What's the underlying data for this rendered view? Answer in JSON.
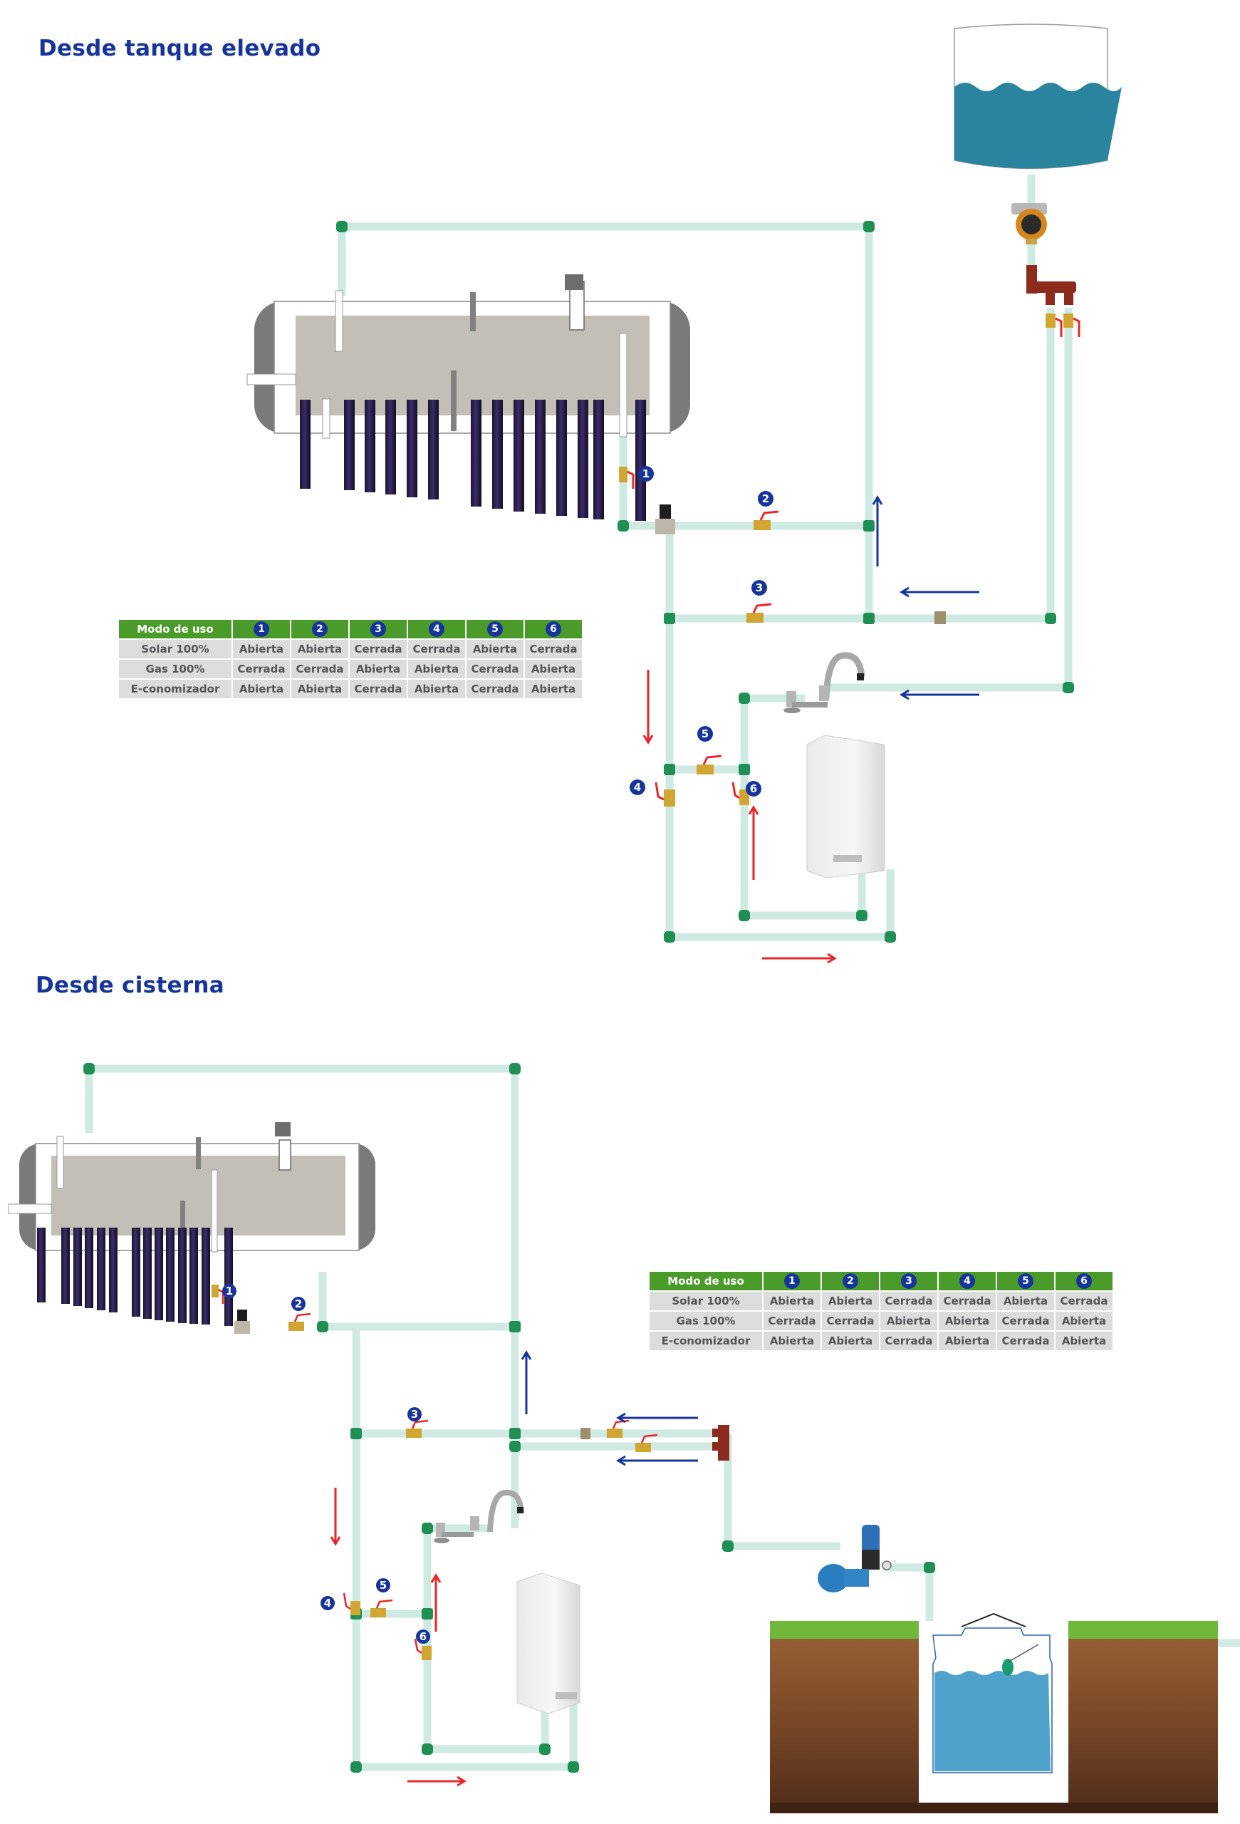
{
  "sections": [
    {
      "title": "Desde tanque elevado",
      "source": "elevated-tank",
      "valve_labels": [
        "1",
        "2",
        "3",
        "4",
        "5",
        "6"
      ],
      "table": {
        "header": [
          "Modo de uso",
          "1",
          "2",
          "3",
          "4",
          "5",
          "6"
        ],
        "rows": [
          {
            "mode": "Solar 100%",
            "values": [
              "Abierta",
              "Abierta",
              "Cerrada",
              "Cerrada",
              "Abierta",
              "Cerrada"
            ]
          },
          {
            "mode": "Gas 100%",
            "values": [
              "Cerrada",
              "Cerrada",
              "Abierta",
              "Abierta",
              "Cerrada",
              "Abierta"
            ]
          },
          {
            "mode": "E-conomizador",
            "values": [
              "Abierta",
              "Abierta",
              "Cerrada",
              "Abierta",
              "Cerrada",
              "Abierta"
            ]
          }
        ]
      }
    },
    {
      "title": "Desde cisterna",
      "source": "cistern",
      "valve_labels": [
        "1",
        "2",
        "3",
        "4",
        "5",
        "6"
      ],
      "table": {
        "header": [
          "Modo de uso",
          "1",
          "2",
          "3",
          "4",
          "5",
          "6"
        ],
        "rows": [
          {
            "mode": "Solar 100%",
            "values": [
              "Abierta",
              "Abierta",
              "Cerrada",
              "Cerrada",
              "Abierta",
              "Cerrada"
            ]
          },
          {
            "mode": "Gas 100%",
            "values": [
              "Cerrada",
              "Cerrada",
              "Abierta",
              "Abierta",
              "Cerrada",
              "Abierta"
            ]
          },
          {
            "mode": "E-conomizador",
            "values": [
              "Abierta",
              "Abierta",
              "Cerrada",
              "Abierta",
              "Cerrada",
              "Abierta"
            ]
          }
        ]
      }
    }
  ],
  "components": {
    "solar_heater": "solar-water-heater-icon",
    "tank": "elevated-water-tank-icon",
    "pump_top": "circulation-pump-icon",
    "manifold": "manifold-icon",
    "faucet": "faucet-icon",
    "boiler": "gas-boiler-icon",
    "pump_bottom": "pressure-pump-icon",
    "cistern": "cistern-icon"
  },
  "colors": {
    "title": "#17349a",
    "table_header": "#4a9b2a",
    "table_cell": "#dcdcdd",
    "pipe": "#cfe9e3",
    "fitting": "#1f8f55",
    "cold_arrow": "#17349a",
    "hot_arrow": "#e8262a",
    "water_tank": "#2a849e",
    "water_cistern": "#4fa2cc"
  }
}
